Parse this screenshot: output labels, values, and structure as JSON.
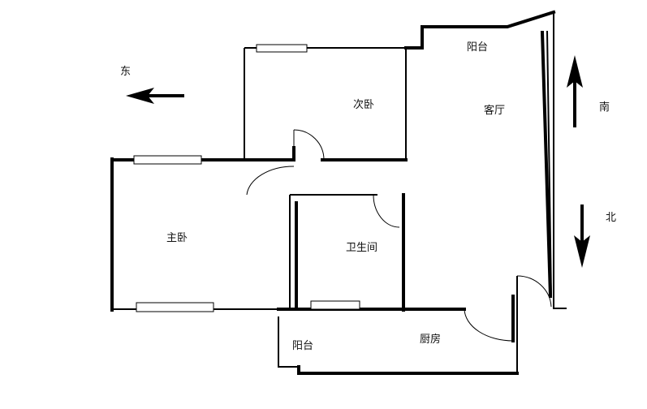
{
  "rooms": {
    "bedroom2": "次卧",
    "balcony_top": "阳台",
    "living_room": "客厅",
    "master_bedroom": "主卧",
    "bathroom": "卫生间",
    "balcony_bottom": "阳台",
    "kitchen": "厨房"
  },
  "compass": {
    "east": "东",
    "south": "南",
    "north": "北"
  }
}
